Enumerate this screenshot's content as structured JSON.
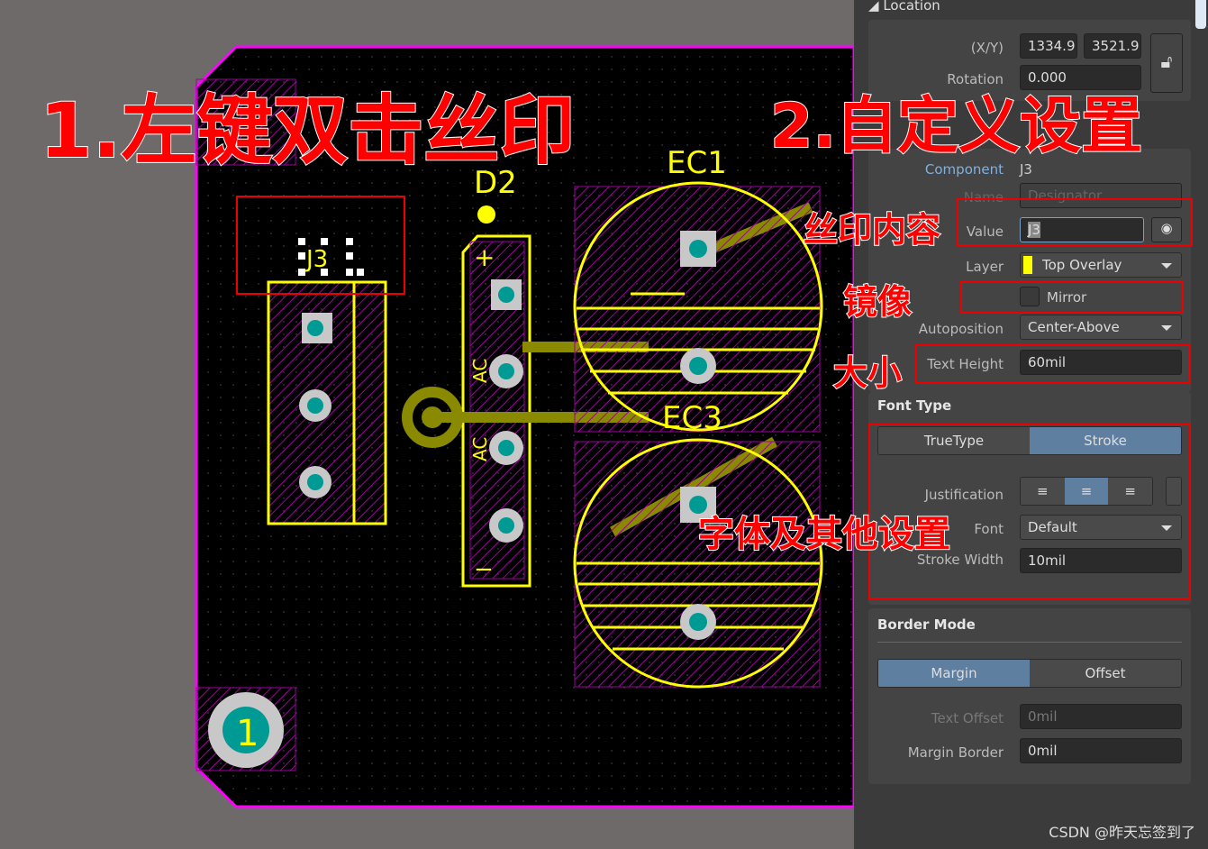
{
  "pcb": {
    "labels": {
      "ec1": "EC1",
      "d2": "D2",
      "ec3": "EC3",
      "j3": "J3",
      "pin1": "1",
      "ac1": "AC",
      "ac2": "AC",
      "plus": "+",
      "minus": "−"
    },
    "colors": {
      "board": "#000000",
      "outline": "#ff00ff",
      "overlay": "#ffff00",
      "pad": "#c8c8c8",
      "hole": "#009a94",
      "hatch": "#a000a0"
    }
  },
  "panel": {
    "location_header": "Location",
    "xy_label": "(X/Y)",
    "x": "1334.9",
    "y": "3521.9",
    "rotation_label": "Rotation",
    "rotation": "0.000",
    "component_label": "Component",
    "component": "J3",
    "name_label": "Name",
    "name": "Designator",
    "value_label": "Value",
    "value": "J3",
    "layer_label": "Layer",
    "layer": "Top Overlay",
    "layer_color": "#ffff00",
    "mirror_label": "Mirror",
    "autoposition_label": "Autoposition",
    "autoposition": "Center-Above",
    "text_height_label": "Text Height",
    "text_height": "60mil",
    "font_type_header": "Font Type",
    "font_types": [
      "TrueType",
      "Stroke"
    ],
    "justification_label": "Justification",
    "font_label": "Font",
    "font": "Default",
    "stroke_width_label": "Stroke Width",
    "stroke_width": "10mil",
    "border_mode_header": "Border Mode",
    "border_modes": [
      "Margin",
      "Offset"
    ],
    "text_offset_label": "Text Offset",
    "text_offset": "0mil",
    "margin_border_label": "Margin Border",
    "margin_border": "0mil"
  },
  "annotations": {
    "step1": "1.左键双击丝印",
    "step2": "2.自定义设置",
    "content": "丝印内容",
    "mirror": "镜像",
    "size": "大小",
    "font": "字体及其他设置"
  },
  "watermark": "CSDN @昨天忘签到了"
}
